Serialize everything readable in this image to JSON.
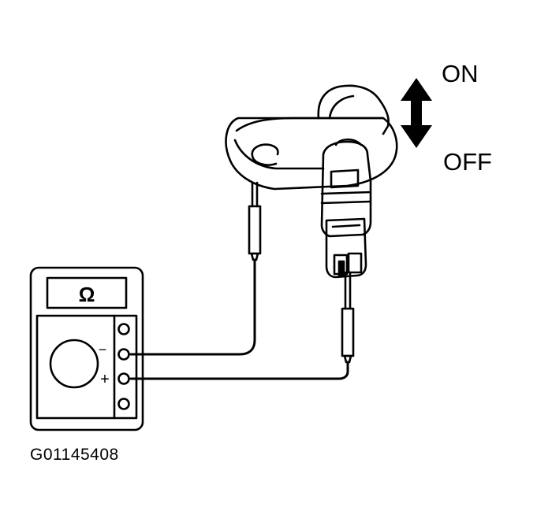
{
  "switch_states": {
    "on": "ON",
    "off": "OFF"
  },
  "meter": {
    "display_symbol": "Ω",
    "terminal_minus": "−",
    "terminal_plus": "+"
  },
  "figure_code": "G01145408",
  "colors": {
    "line": "#000000",
    "background": "#ffffff"
  }
}
